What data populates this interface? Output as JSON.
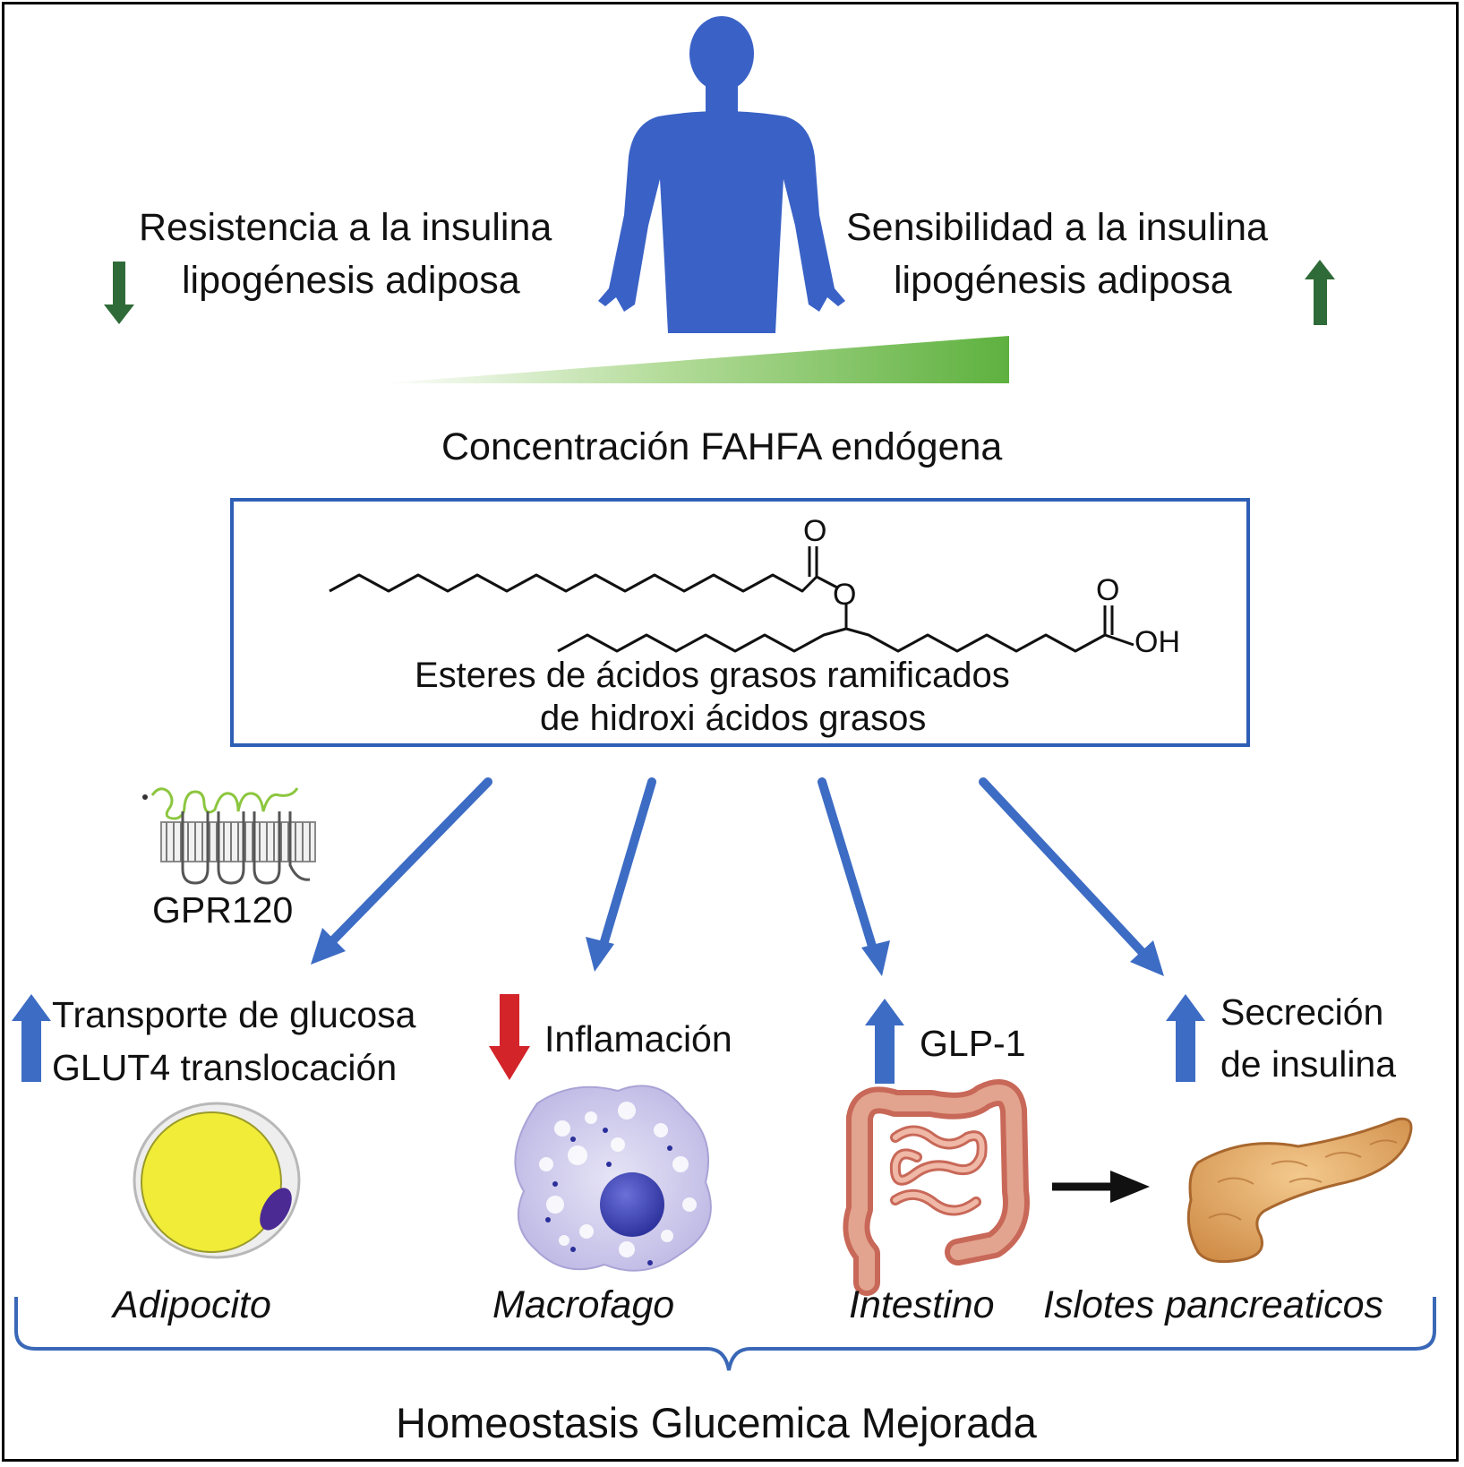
{
  "top": {
    "left_line1": "Resistencia a la insulina",
    "left_line2": "lipogénesis adiposa",
    "right_line1": "Sensibilidad a la insulina",
    "right_line2": "lipogénesis adiposa",
    "gradient_label": "Concentración FAHFA endógena"
  },
  "molecule": {
    "o_carbonyl_1": "O",
    "o_ester": "O",
    "o_carbonyl_2": "O",
    "oh": "OH",
    "line1": "Esteres de ácidos grasos ramificados",
    "line2": "de hidroxi ácidos grasos"
  },
  "receptor": {
    "label": "GPR120"
  },
  "effects": {
    "adipocyte_line1": "Transporte de glucosa",
    "adipocyte_line2": "GLUT4 translocación",
    "macrophage": "Inflamación",
    "intestine": "GLP-1",
    "pancreas_line1": "Secreción",
    "pancreas_line2": "de insulina"
  },
  "tissues": {
    "adipocyte": "Adipocito",
    "macrophage": "Macrofago",
    "intestine": "Intestino",
    "pancreas": "Islotes pancreaticos"
  },
  "conclusion": "Homeostasis Glucemica Mejorada",
  "colors": {
    "human": "#3a62c6",
    "arrow_blue": "#3d6cc4",
    "arrow_green": "#2f6b38",
    "arrow_red": "#d3242a",
    "gradient": "#5eb13f",
    "box": "#2e5fb5",
    "brace": "#3a68b7"
  }
}
